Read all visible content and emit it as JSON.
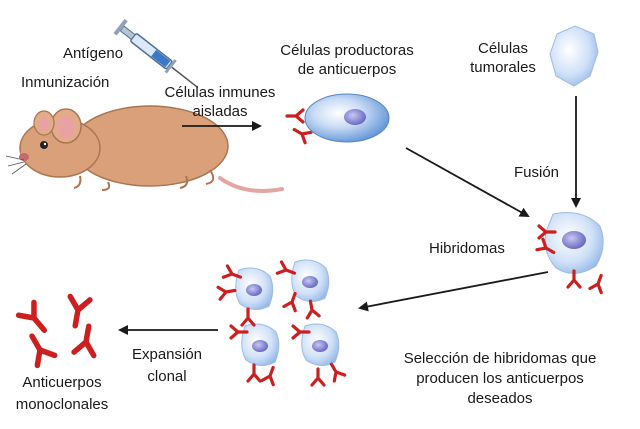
{
  "labels": {
    "antigen": "Antígeno",
    "immunization": "Inmunización",
    "isolated_cells_line1": "Células inmunes",
    "isolated_cells_line2": "aisladas",
    "producer_cells_line1": "Células productoras",
    "producer_cells_line2": "de anticuerpos",
    "tumor_cells_line1": "Células",
    "tumor_cells_line2": "tumorales",
    "fusion": "Fusión",
    "hybridomas": "Hibridomas",
    "selection_line1": "Selección de hibridomas que",
    "selection_line2": "producen los anticuerpos",
    "selection_line3": "deseados",
    "expansion_line1": "Expansión",
    "expansion_line2": "clonal",
    "monoclonal_line1": "Anticuerpos",
    "monoclonal_line2": "monoclonales"
  },
  "colors": {
    "antibody": "#cc1f1f",
    "cell_body": "#8fb8e6",
    "cell_nucleus": "#7f7fd0",
    "tumor_cell": "#b9cff0",
    "mouse_body": "#d9a07a",
    "arrow": "#1a1a1a"
  },
  "icons": [
    "syringe-icon",
    "mouse-icon",
    "antibody-icon",
    "b-cell-icon",
    "tumor-cell-icon",
    "hybridoma-cell-icon"
  ]
}
